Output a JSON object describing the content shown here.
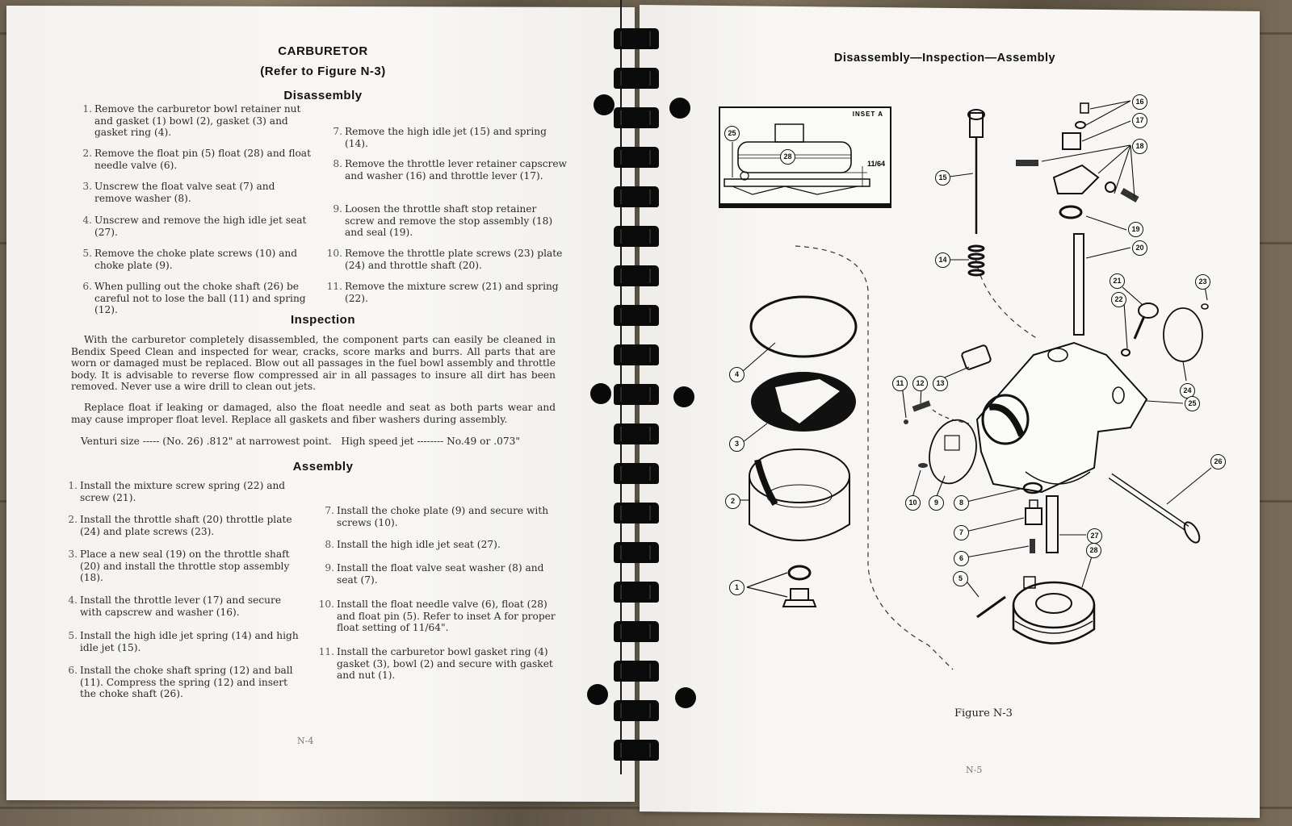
{
  "left_page": {
    "title": "CARBURETOR",
    "subtitle": "(Refer to Figure N-3)",
    "disassembly": {
      "heading": "Disassembly",
      "steps": [
        {
          "num": "1.",
          "text": "Remove the carburetor bowl retainer nut and gasket (1) bowl (2), gasket (3) and gasket ring (4)."
        },
        {
          "num": "2.",
          "text": "Remove the float pin (5) float (28) and float needle valve (6)."
        },
        {
          "num": "3.",
          "text": "Unscrew the float valve seat (7) and remove washer (8)."
        },
        {
          "num": "4.",
          "text": "Unscrew and remove the high idle jet seat (27)."
        },
        {
          "num": "5.",
          "text": "Remove the choke plate screws (10) and choke plate (9)."
        },
        {
          "num": "6.",
          "text": "When pulling out the choke shaft (26) be careful not to lose the ball (11) and spring (12)."
        },
        {
          "num": "7.",
          "text": "Remove the high idle jet (15) and spring (14)."
        },
        {
          "num": "8.",
          "text": "Remove the throttle lever retainer capscrew and washer (16) and throttle lever (17)."
        },
        {
          "num": "9.",
          "text": "Loosen the throttle shaft stop retainer screw and remove the stop assembly (18) and seal (19)."
        },
        {
          "num": "10.",
          "text": "Remove the throttle plate screws (23) plate (24) and throttle shaft (20)."
        },
        {
          "num": "11.",
          "text": "Remove the mixture screw (21) and spring (22)."
        }
      ]
    },
    "inspection": {
      "heading": "Inspection",
      "paragraphs": [
        "With the carburetor completely disassembled, the component parts can easily be cleaned in Bendix Speed Clean and inspected for wear, cracks, score marks and burrs. All parts that are worn or damaged must be replaced. Blow out all passages in the fuel bowl assembly and throttle body. It is advisable to reverse flow compressed air in all passages to insure all dirt has been removed. Never use a wire drill to clean out jets.",
        "Replace float if leaking or damaged, also the float needle and seat as both parts wear and may cause improper float level. Replace all gaskets and fiber washers during assembly."
      ],
      "spec_line": "Venturi size ----- (No. 26) .812\" at narrowest point.   High speed jet -------- No.49 or .073\""
    },
    "assembly": {
      "heading": "Assembly",
      "steps": [
        {
          "num": "1.",
          "text": "Install the mixture screw spring (22) and screw (21)."
        },
        {
          "num": "2.",
          "text": "Install the throttle shaft (20) throttle plate (24) and plate screws (23)."
        },
        {
          "num": "3.",
          "text": "Place a new seal (19) on the throttle shaft (20) and install the throttle stop assembly (18)."
        },
        {
          "num": "4.",
          "text": "Install the throttle lever (17) and secure with capscrew and washer (16)."
        },
        {
          "num": "5.",
          "text": "Install the high idle jet spring (14) and high idle jet (15)."
        },
        {
          "num": "6.",
          "text": "Install the choke shaft spring (12) and ball (11). Compress the spring (12) and insert the choke shaft (26)."
        },
        {
          "num": "7.",
          "text": "Install the choke plate (9) and secure with screws (10)."
        },
        {
          "num": "8.",
          "text": "Install the high idle jet seat (27)."
        },
        {
          "num": "9.",
          "text": "Install the float valve seat washer (8) and seat (7)."
        },
        {
          "num": "10.",
          "text": "Install the float needle valve (6), float (28) and float pin (5). Refer to inset A for proper float setting of 11/64\"."
        },
        {
          "num": "11.",
          "text": "Install the carburetor bowl gasket ring (4) gasket (3), bowl (2) and secure with gasket and nut (1)."
        }
      ]
    },
    "page_number": "N-4"
  },
  "right_page": {
    "header": "Disassembly—Inspection—Assembly",
    "inset": {
      "label": "INSET A",
      "dimension": "11/64",
      "callouts": [
        "25",
        "28"
      ]
    },
    "callouts": [
      "1",
      "2",
      "3",
      "4",
      "5",
      "6",
      "7",
      "8",
      "9",
      "10",
      "11",
      "12",
      "13",
      "14",
      "15",
      "16",
      "17",
      "18",
      "19",
      "20",
      "21",
      "22",
      "23",
      "24",
      "25",
      "26",
      "27",
      "28"
    ],
    "figure_caption": "Figure N-3",
    "page_number": "N-5"
  }
}
